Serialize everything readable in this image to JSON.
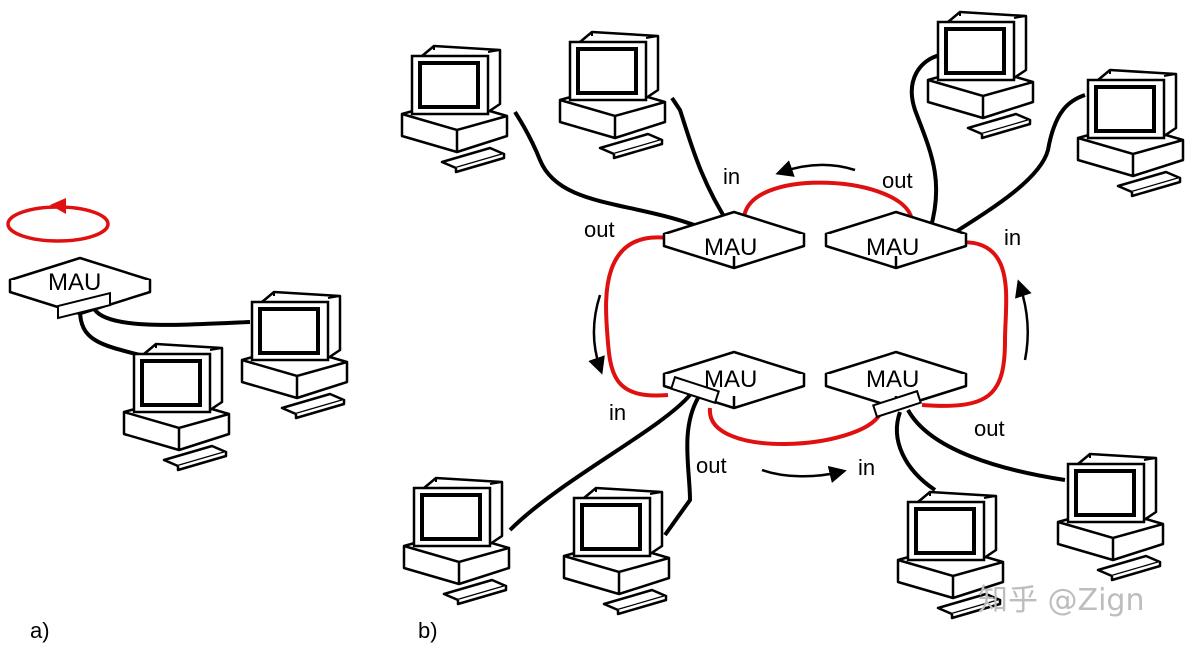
{
  "labels": {
    "panel_a": "a)",
    "panel_b": "b)",
    "mau": "MAU",
    "in": "in",
    "out": "out",
    "watermark": "知乎 @Zign"
  },
  "colors": {
    "ring": "#e01010",
    "line": "#000000",
    "device_face": "#ffffff"
  },
  "icons": {
    "computer": "computer-icon",
    "mau": "mau-hub-icon",
    "rotation": "rotation-arrow-icon",
    "flow": "flow-arrow-icon"
  }
}
